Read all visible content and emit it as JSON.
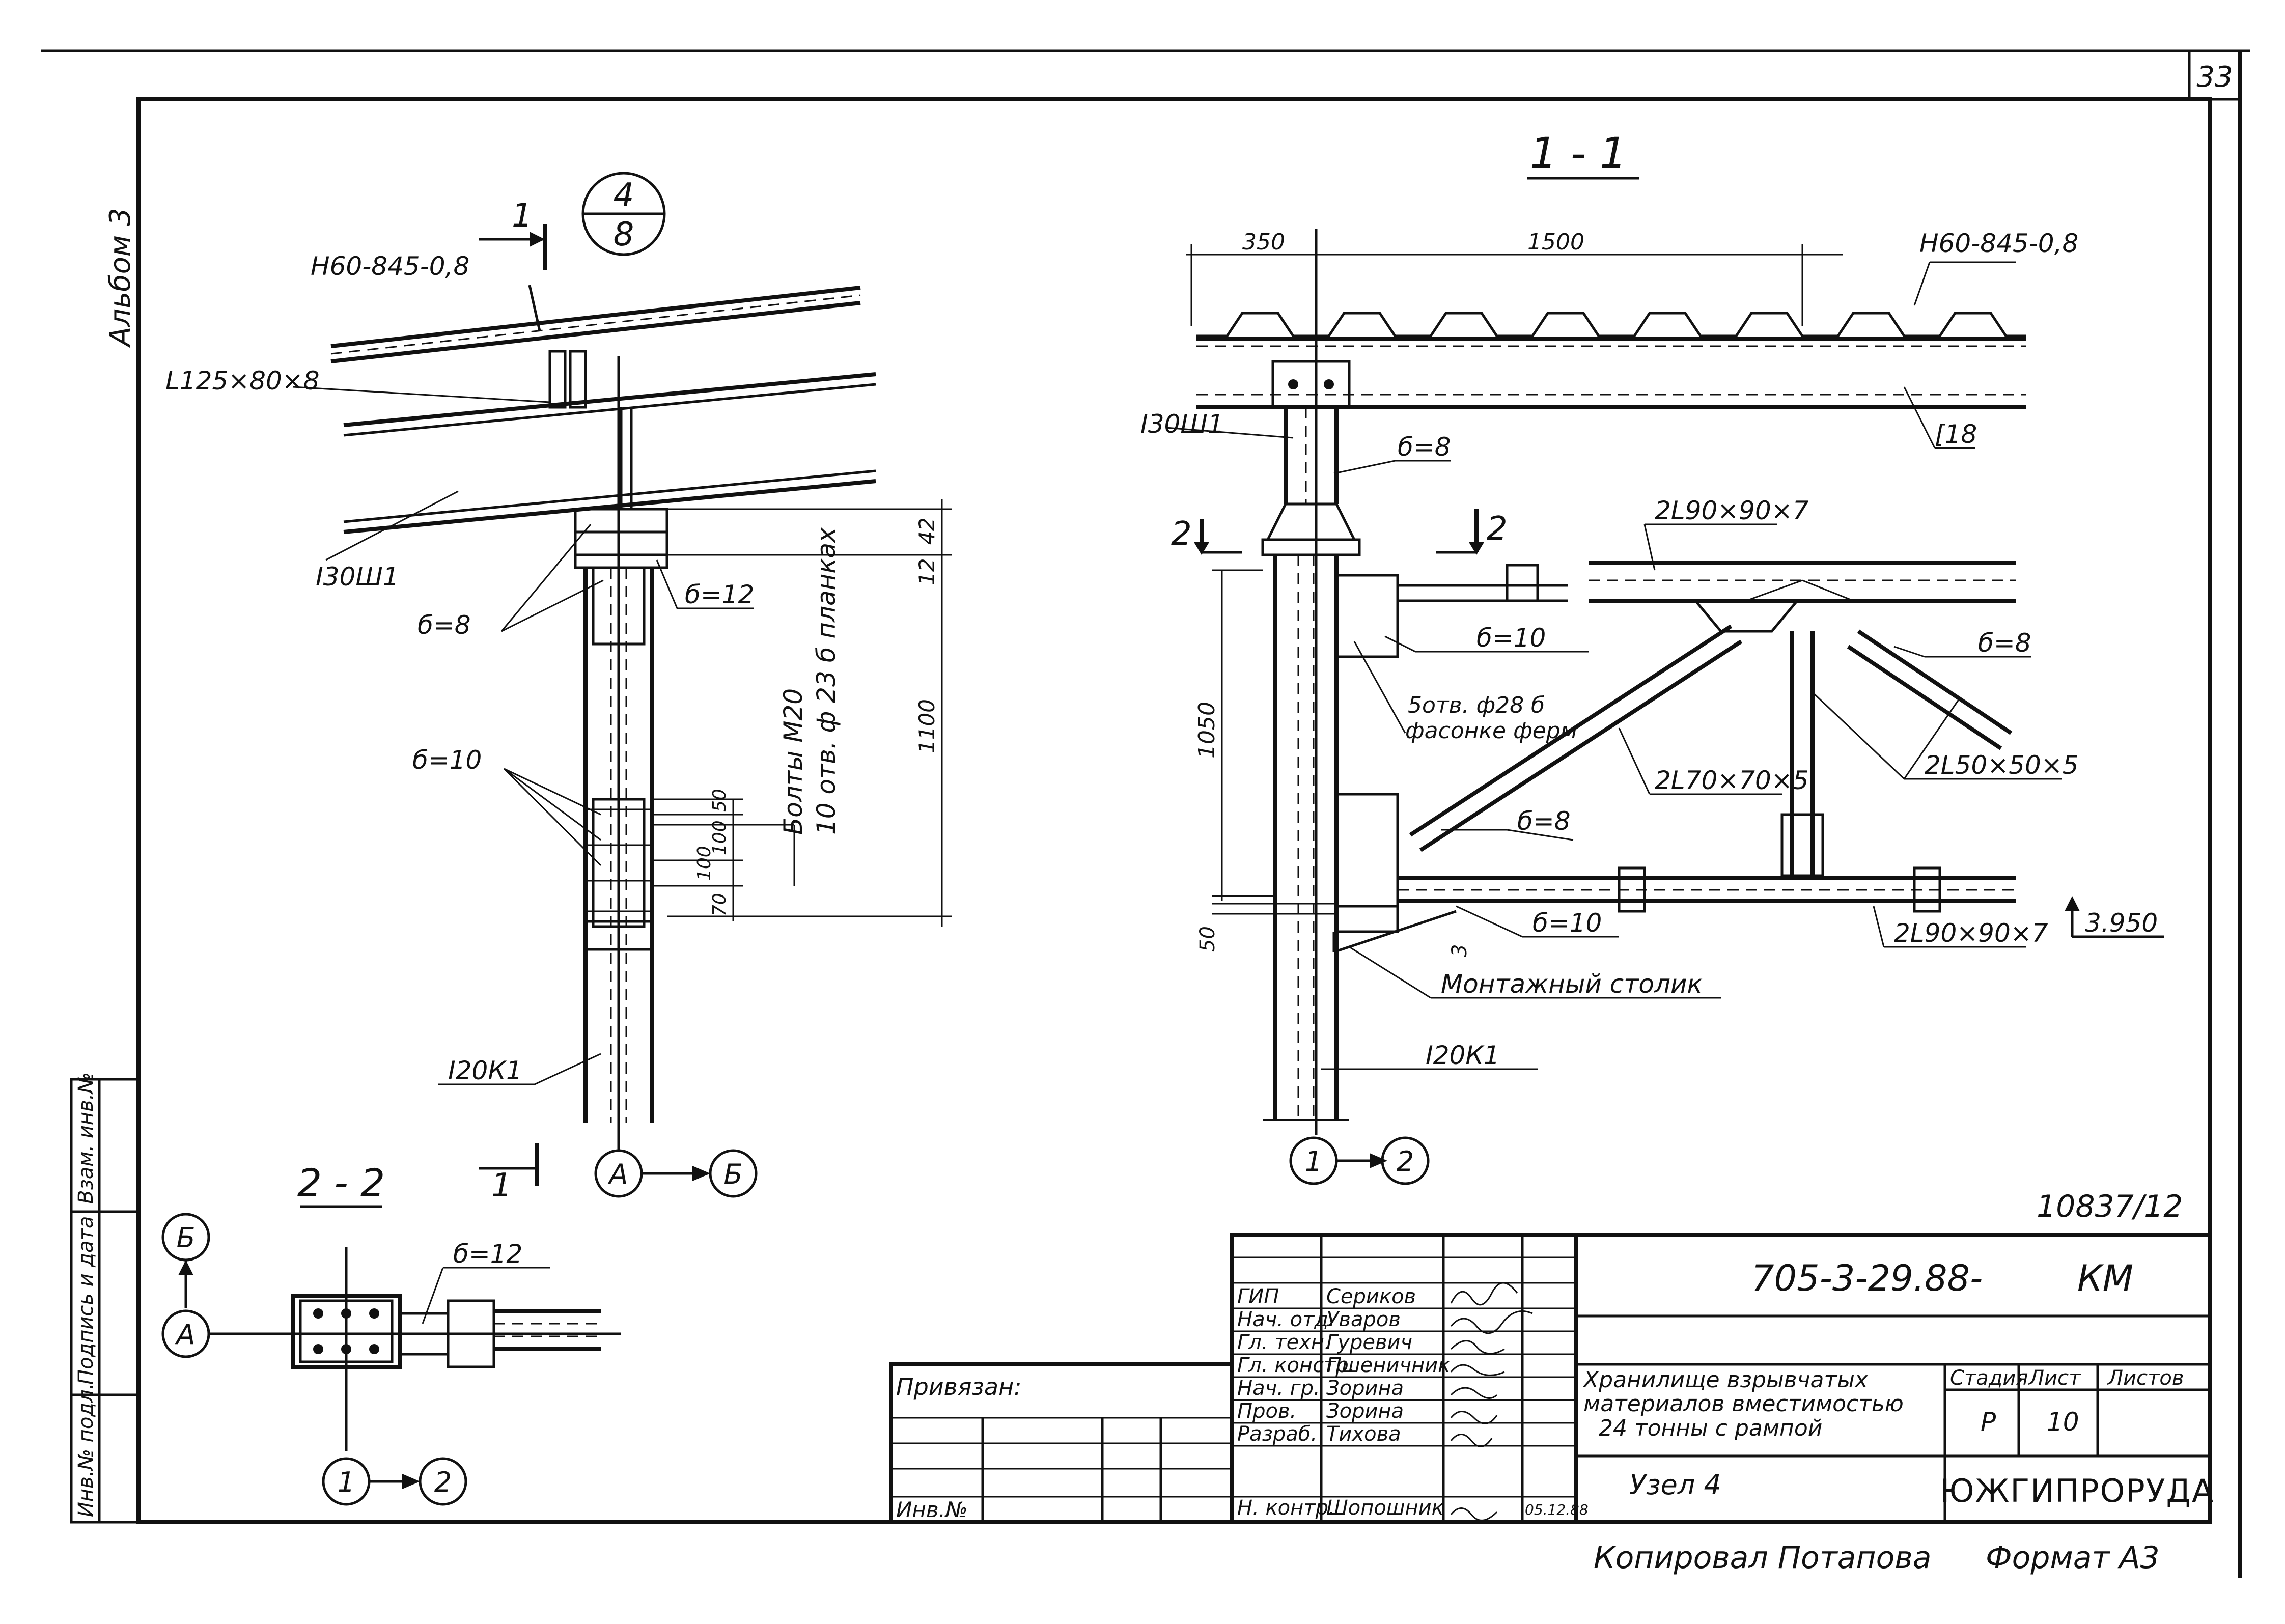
{
  "sheet": {
    "page_number": "33",
    "album_label": "Альбом 3",
    "copied_by": "Копировал Потапова",
    "format": "Формат А3",
    "inventory_stamp": "10837/12"
  },
  "node_marker": {
    "top": "4",
    "bottom": "8"
  },
  "left_view": {
    "deck_label": "Н60-845-0,8",
    "angle_label": "L125×80×8",
    "beam_label": "I30Ш1",
    "column_label": "I20К1",
    "plate_8": "б=8",
    "plate_12": "б=12",
    "plate_10": "б=10",
    "bolts_line1": "Болты М20",
    "bolts_line2": "10 отв. ф 23 б планках",
    "dim_42": "42",
    "dim_12": "12",
    "dim_1100": "1100",
    "dim_50": "50",
    "dim_100a": "100",
    "dim_100b": "100",
    "dim_70": "70",
    "cut_mark": "1",
    "axis_a": "А",
    "axis_b": "Б"
  },
  "section_1_1": {
    "title": "1 - 1",
    "dim_350": "350",
    "dim_1500": "1500",
    "deck_label": "Н60-845-0,8",
    "channel_label": "[18",
    "column_top_label": "I30Ш1",
    "plate_8_top": "б=8",
    "cut_mark": "2",
    "top_chord": "2L90×90×7",
    "gusset_10": "б=10",
    "holes_line1": "5отв. ф28 б",
    "holes_line2": "фасонке ферм",
    "plate_8_right": "б=8",
    "diagonal_label": "2L70×70×5",
    "post_label": "2L50×50×5",
    "dim_1050": "1050",
    "plate_8_low": "б=8",
    "gusset_10_low": "б=10",
    "dim_50": "50",
    "dim_3": "3",
    "bottom_chord": "2L90×90×7",
    "elevation": "3.950",
    "table_label": "Монтажный столик",
    "column_label": "I20К1",
    "axis_1": "1",
    "axis_2": "2"
  },
  "section_2_2": {
    "title": "2 - 2",
    "plate_label": "б=12",
    "axis_b": "Б",
    "axis_a": "А",
    "axis_1": "1",
    "axis_2": "2"
  },
  "side_stamp": {
    "field1": "Инв.№ подл.",
    "field2": "Подпись и дата",
    "field3": "Взам. инв.№"
  },
  "title_block": {
    "doc_code": "705-3-29.88-",
    "doc_suffix": "КМ",
    "project_line1": "Хранилище взрывчатых",
    "project_line2": "материалов вместимостью",
    "project_line3": "24 тонны с рампой",
    "sheet_title": "Узел 4",
    "stage_header": "Стадия",
    "sheet_header": "Лист",
    "sheets_header": "Листов",
    "stage": "Р",
    "sheet_no": "10",
    "organization": "ЮЖГИПРОРУДА",
    "attached": "Привязан:",
    "inv_no": "Инв.№",
    "date": "05.12.88",
    "roles": [
      {
        "role": "ГИП",
        "name": "Сериков"
      },
      {
        "role": "Нач. отд.",
        "name": "Уваров"
      },
      {
        "role": "Гл. техн.",
        "name": "Гуревич"
      },
      {
        "role": "Гл. констр.",
        "name": "Пшеничник"
      },
      {
        "role": "Нач. гр.",
        "name": "Зорина"
      },
      {
        "role": "Пров.",
        "name": "Зорина"
      },
      {
        "role": "Разраб.",
        "name": "Тихова"
      },
      {
        "role": "Н. контр.",
        "name": "Шопошник"
      }
    ]
  }
}
